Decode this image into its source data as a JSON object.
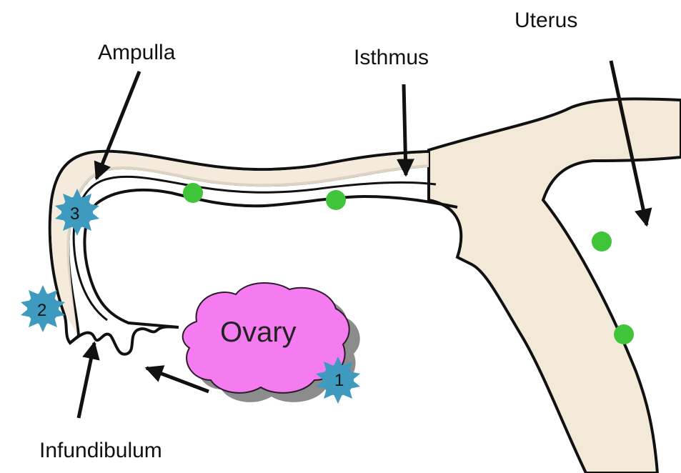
{
  "labels": {
    "uterus": "Uterus",
    "ampulla": "Ampulla",
    "isthmus": "Isthmus",
    "infundibulum": "Infundibulum",
    "ovary": "Ovary"
  },
  "stages": [
    "1",
    "2",
    "3"
  ],
  "colors": {
    "tube_fill": "#f3e9d8",
    "outline": "#111111",
    "ovary_fill": "#f47cf0",
    "ovary_shadow": "#8c8c8c",
    "egg": "#3fc43a",
    "follicle": "#3e9bbf"
  }
}
